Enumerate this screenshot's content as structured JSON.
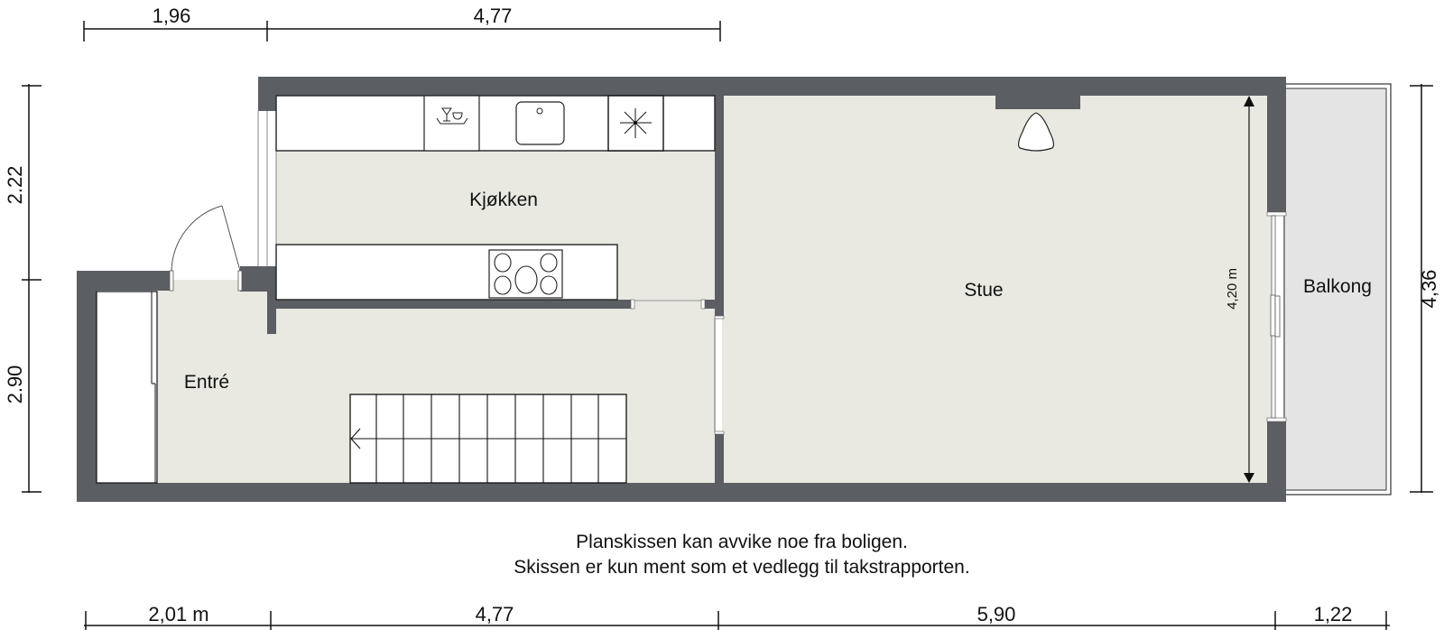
{
  "colors": {
    "wall": "#5b5e63",
    "floor": "#e9e9e2",
    "balcony": "#e4e4e4",
    "fixture": "#ffffff",
    "line": "#111111"
  },
  "dimensions": {
    "top": [
      "1,96",
      "4,77"
    ],
    "bottom": [
      "2,01 m",
      "4,77",
      "5,90",
      "1,22"
    ],
    "left": [
      "2.22",
      "2.90"
    ],
    "right": [
      "4,36"
    ],
    "stue_inner_height": "4,20 m"
  },
  "rooms": {
    "kitchen": "Kjøkken",
    "entry": "Entré",
    "living": "Stue",
    "balcony": "Balkong"
  },
  "fixtures": {
    "icons": [
      "dishwasher-icon",
      "sink-icon",
      "fridge-freezer-icon",
      "cooktop-icon",
      "stairs",
      "fireplace-icon",
      "entry-door",
      "balcony-sliding-door",
      "wardrobe"
    ],
    "stairs_steps": 10
  },
  "notes": {
    "line1": "Planskissen kan avvike noe fra boligen.",
    "line2": "Skissen er kun ment som et vedlegg til takstrapporten."
  }
}
